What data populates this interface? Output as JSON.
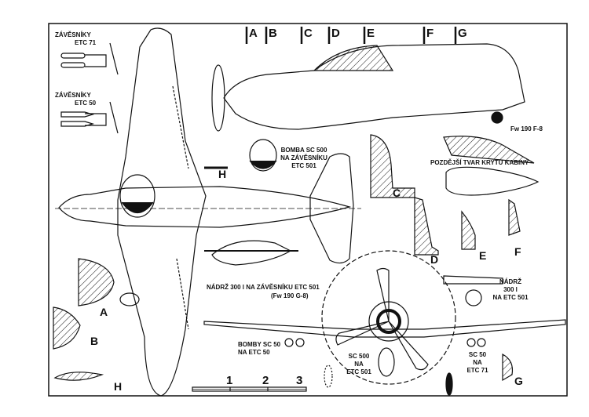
{
  "title": "Fw 190 F-8",
  "labels": {
    "etc71_title": "ZÁVĚSNÍKY",
    "etc71_sub": "ETC 71",
    "etc50_title": "ZÁVĚSNÍKY",
    "etc50_sub": "ETC 50",
    "bomb_sc500": [
      "BOMBA SC 500",
      "NA ZÁVĚSNÍKU",
      "ETC 501"
    ],
    "canopy": "POZDĚJŠÍ TVAR KRYTU KABINY",
    "tank_etc501": "NÁDRŽ 300 l NA ZÁVĚSNÍKU ETC 501",
    "tank_variant": "(Fw 190 G-8)",
    "bombs_sc50": [
      "BOMBY SC 50",
      "NA ETC 50"
    ],
    "sc500_front": [
      "SC 500",
      "NA",
      "ETC 501"
    ],
    "sc50_etc71": [
      "SC 50",
      "NA",
      "ETC 71"
    ],
    "tank_front": [
      "NÁDRŽ",
      "300 l",
      "NA ETC 501"
    ]
  },
  "section_markers": [
    "A",
    "B",
    "C",
    "D",
    "E",
    "F",
    "G"
  ],
  "section_views": {
    "A": "A",
    "B": "B",
    "C": "C",
    "D": "D",
    "E": "E",
    "F": "F",
    "G": "G",
    "H": "H",
    "H_marker": "H"
  },
  "scale_bar": {
    "ticks": [
      "1",
      "2",
      "3"
    ],
    "unit_label": ""
  }
}
